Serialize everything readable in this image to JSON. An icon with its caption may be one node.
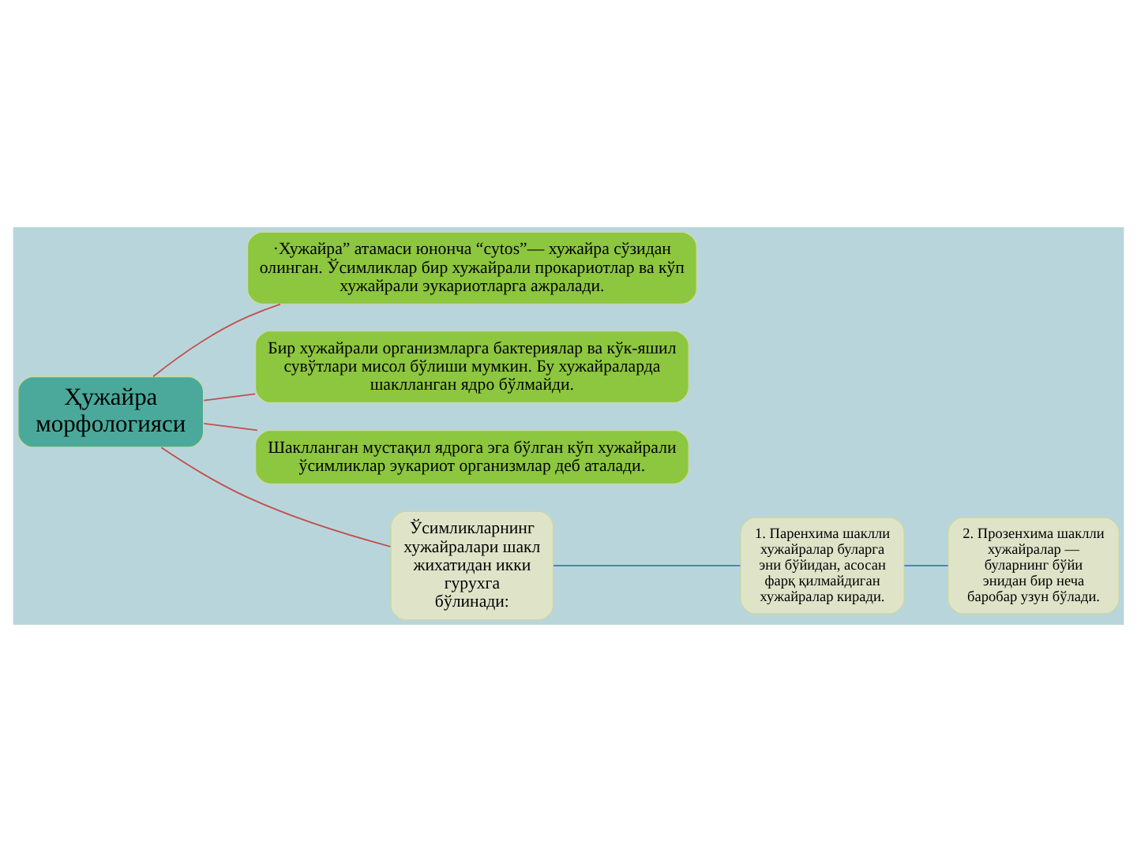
{
  "diagram": {
    "nodes": [
      {
        "text": [
          "Ҳужайра морфологияси"
        ]
      },
      {
        "text": [
          "·Хужайра” атамаси юнонча “cytos”— хужайра сўзидан олинган. Ўсимликлар бир хужайрали прокариотлар ва кўп хужайрали эукариотларга ажралади."
        ]
      },
      {
        "text": [
          "Бир хужайрали организмларга бактериялар ва кўк-яшил сувўтлари мисол бўлиши мумкин. Бу хужайраларда шаклланган ядро бўлмайди."
        ]
      },
      {
        "text": [
          "Шаклланган мустақил ядрога эга бўлган кўп хужайрали ўсимликлар эукариот организмлар деб аталади."
        ]
      },
      {
        "text": [
          "Ўсимликларнинг хужайралари шакл жихатидан икки гурухга бўлинади:"
        ]
      },
      {
        "text": [
          "1. Паренхима шаклли хужайралар буларга эни бўйидан, асосан фарқ қилмайдиган хужайралар киради."
        ]
      },
      {
        "text": [
          "2. Прозенхима шаклли хужайралар — буларнинг бўйи энидан бир неча баробар узун бўлади."
        ]
      }
    ],
    "edges": [
      {
        "from": 0,
        "to": 1,
        "arrow": "none"
      },
      {
        "from": 0,
        "to": 2,
        "arrow": "none"
      },
      {
        "from": 0,
        "to": 3,
        "arrow": "none"
      },
      {
        "from": 0,
        "to": 4,
        "arrow": "none"
      },
      {
        "from": 4,
        "to": 5,
        "arrow": "none",
        "color": "#4f81bd"
      },
      {
        "from": 5,
        "to": 6,
        "arrow": "none",
        "color": "#4f81bd"
      }
    ]
  }
}
